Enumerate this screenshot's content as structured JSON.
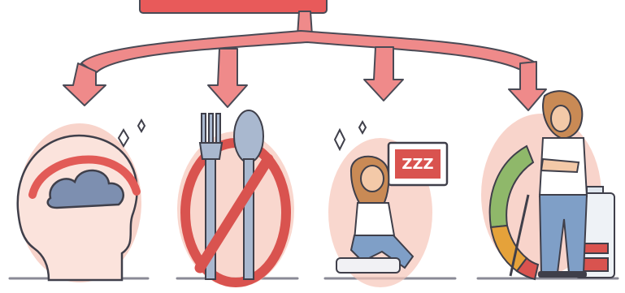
{
  "colors": {
    "arrow_fill": "#ef8a8a",
    "arrow_stroke": "#4a4a55",
    "header_bar": "#e85a5a",
    "glow": "#f6b7a8",
    "cloud": "#7d8fb0",
    "no_sign": "#d9534f",
    "jeans": "#7f9fc7",
    "hair": "#c98a55",
    "skin": "#f3c9a8",
    "outline": "#3f3f4a",
    "ground": "#8a8a96"
  },
  "panels": [
    {
      "id": "brain-fog",
      "icon": "head-cloud-icon"
    },
    {
      "id": "loss-of-appetite",
      "icon": "crossed-fork-spoon-icon"
    },
    {
      "id": "insomnia",
      "icon": "sleepless-person-icon",
      "badge_text": "ZZZ"
    },
    {
      "id": "low-energy",
      "icon": "tired-person-battery-icon"
    }
  ]
}
